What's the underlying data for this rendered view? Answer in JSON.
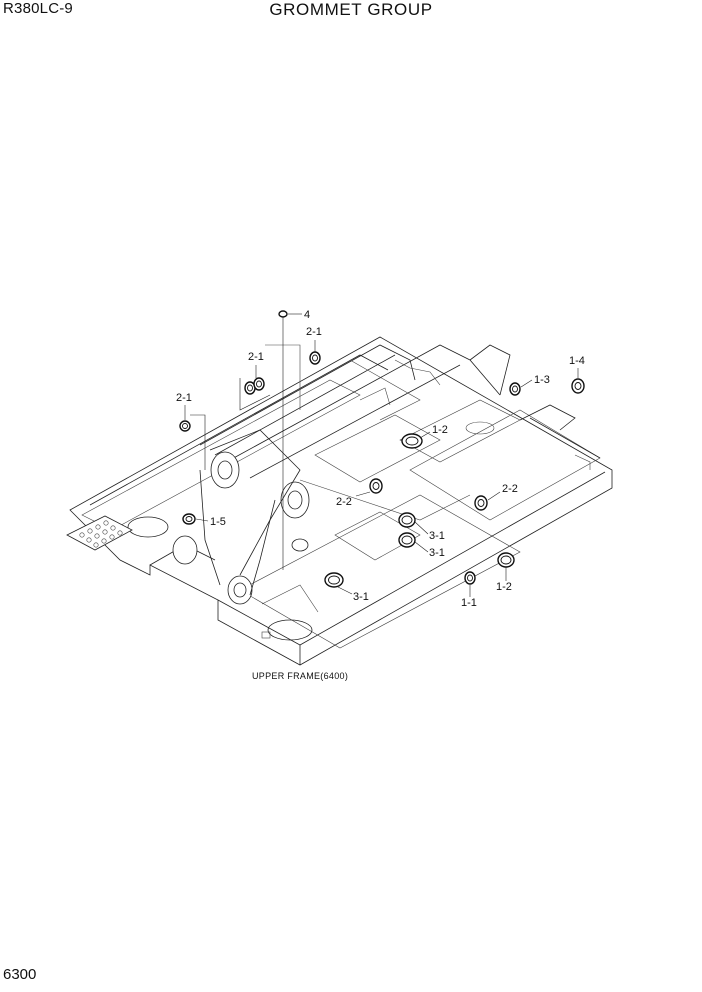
{
  "header": {
    "model": "R380LC-9",
    "title": "GROMMET GROUP"
  },
  "footer": {
    "page_number": "6300"
  },
  "diagram": {
    "caption": "UPPER FRAME(6400)",
    "callouts": [
      {
        "id": "c-4",
        "label": "4"
      },
      {
        "id": "c-2-1-a",
        "label": "2-1"
      },
      {
        "id": "c-2-1-b",
        "label": "2-1"
      },
      {
        "id": "c-2-1-c",
        "label": "2-1"
      },
      {
        "id": "c-1-4",
        "label": "1-4"
      },
      {
        "id": "c-1-3",
        "label": "1-3"
      },
      {
        "id": "c-1-2-a",
        "label": "1-2"
      },
      {
        "id": "c-2-2-a",
        "label": "2-2"
      },
      {
        "id": "c-2-2-b",
        "label": "2-2"
      },
      {
        "id": "c-1-5",
        "label": "1-5"
      },
      {
        "id": "c-3-1-a",
        "label": "3-1"
      },
      {
        "id": "c-3-1-b",
        "label": "3-1"
      },
      {
        "id": "c-3-1-c",
        "label": "3-1"
      },
      {
        "id": "c-1-2-b",
        "label": "1-2"
      },
      {
        "id": "c-1-1",
        "label": "1-1"
      }
    ]
  }
}
